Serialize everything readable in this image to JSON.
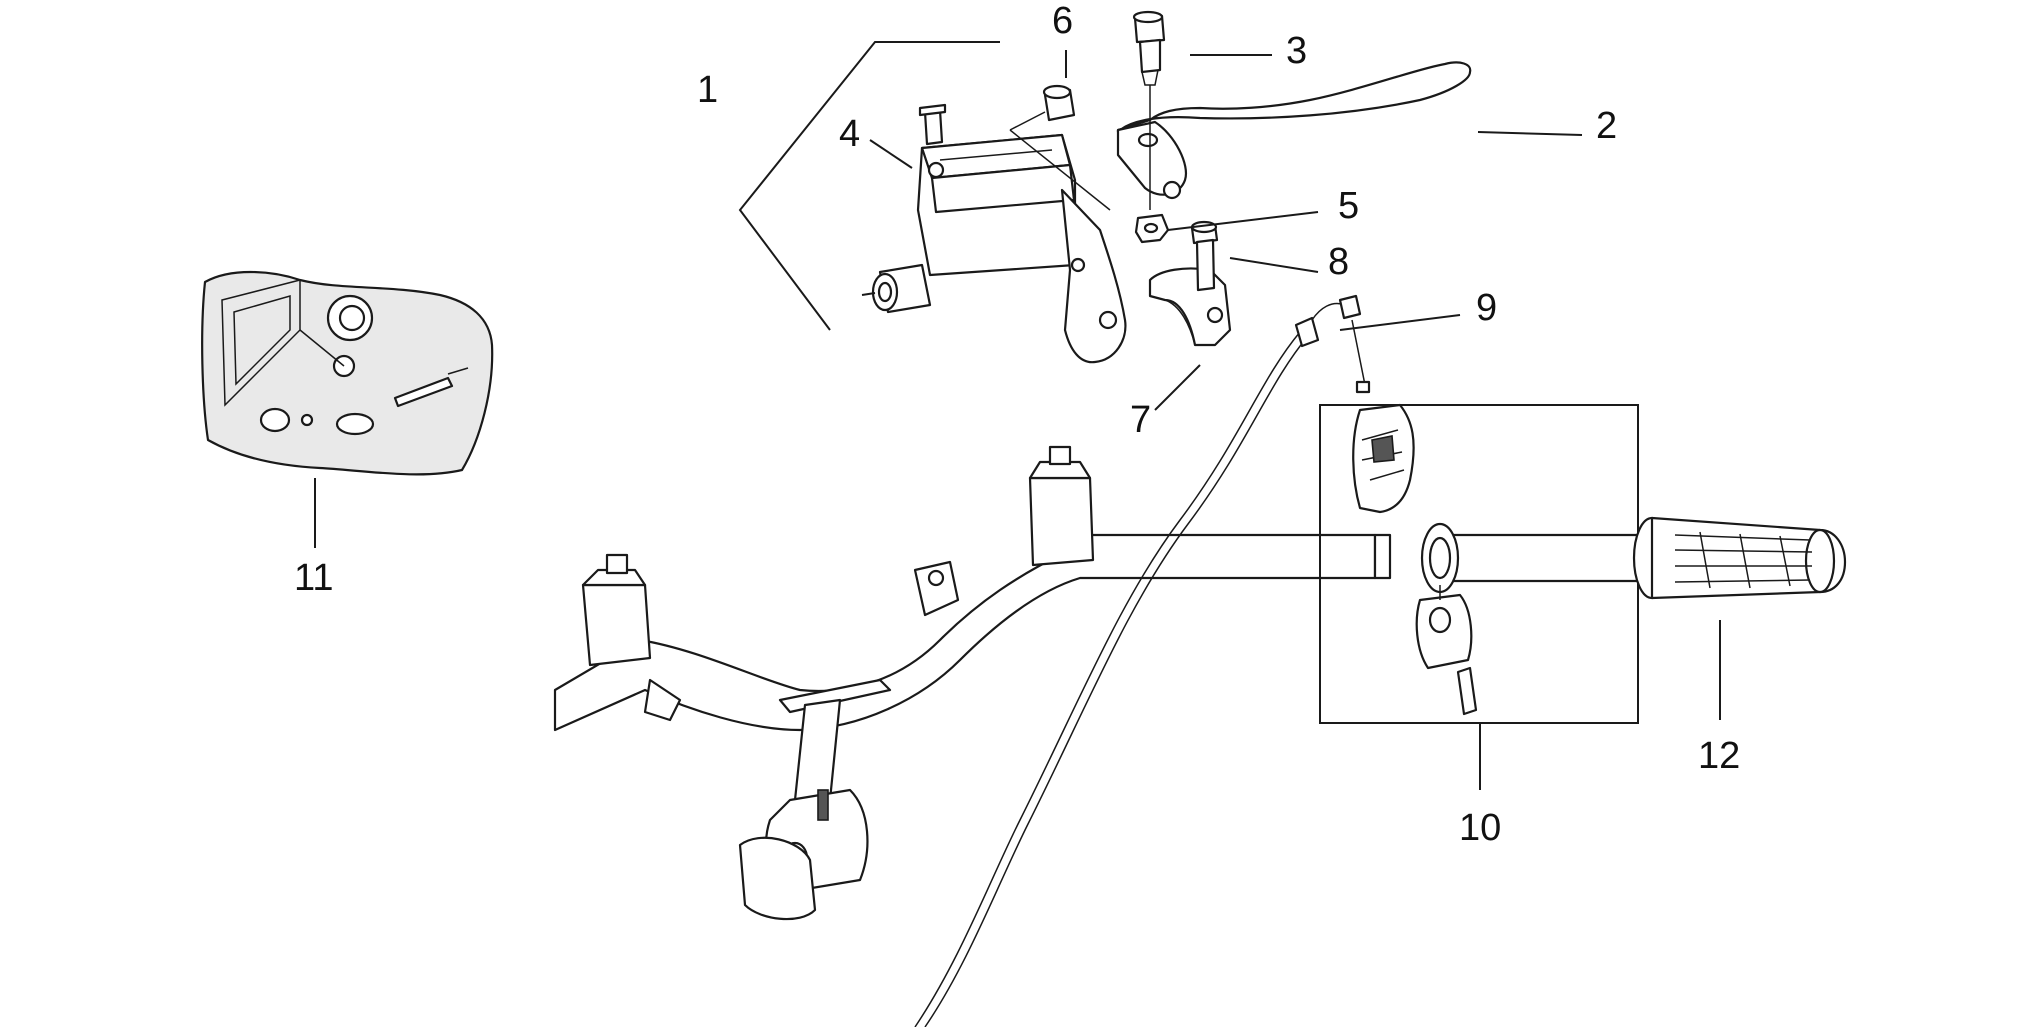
{
  "callouts": [
    {
      "id": "1",
      "label": "1"
    },
    {
      "id": "2",
      "label": "2"
    },
    {
      "id": "3",
      "label": "3"
    },
    {
      "id": "4",
      "label": "4"
    },
    {
      "id": "5",
      "label": "5"
    },
    {
      "id": "6",
      "label": "6"
    },
    {
      "id": "7",
      "label": "7"
    },
    {
      "id": "8",
      "label": "8"
    },
    {
      "id": "9",
      "label": "9"
    },
    {
      "id": "10",
      "label": "10"
    },
    {
      "id": "11",
      "label": "11"
    },
    {
      "id": "12",
      "label": "12"
    }
  ],
  "colors": {
    "line": "#1a1a1a",
    "background": "#ffffff",
    "shade": "#e9e9e9"
  }
}
